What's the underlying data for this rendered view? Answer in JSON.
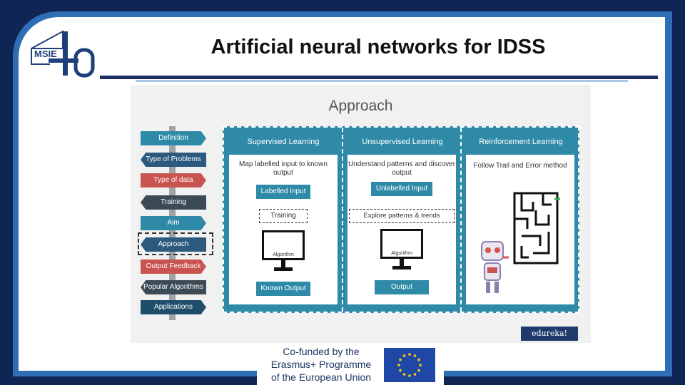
{
  "slide": {
    "title": "Artificial neural networks for IDSS",
    "logo_text": "MSIE",
    "logo_number": "4.0"
  },
  "diagram": {
    "heading": "Approach",
    "signpost": [
      {
        "label": "Definition",
        "color": "#2f8aa8",
        "dir": "right"
      },
      {
        "label": "Type of Problems",
        "color": "#2b5a7e",
        "dir": "left"
      },
      {
        "label": "Type of data",
        "color": "#c9534f",
        "dir": "right"
      },
      {
        "label": "Training",
        "color": "#3b4a55",
        "dir": "left"
      },
      {
        "label": "Aim",
        "color": "#2f8aa8",
        "dir": "right"
      },
      {
        "label": "Approach",
        "color": "#2b5a7e",
        "dir": "left"
      },
      {
        "label": "Output Feedback",
        "color": "#c9534f",
        "dir": "right"
      },
      {
        "label": "Popular Algorithms",
        "color": "#3b4a55",
        "dir": "left"
      },
      {
        "label": "Applications",
        "color": "#1f4e6b",
        "dir": "right"
      }
    ],
    "columns": {
      "supervised": {
        "header": "Supervised Learning",
        "description": "Map labelled input to known output",
        "input": "Labelled Input",
        "process": "Training",
        "algorithm": "Algorithm",
        "output": "Known Output"
      },
      "unsupervised": {
        "header": "Unsupervised Learning",
        "description": "Understand patterns and discover output",
        "input": "Unlabelled Input",
        "process": "Explore patterns & trends",
        "algorithm": "Algorithm",
        "output": "Output"
      },
      "reinforcement": {
        "header": "Reinforcement Learning",
        "description": "Follow Trail and Error method"
      }
    },
    "brand": "edureka!"
  },
  "footer": {
    "line1": "Co-funded by the",
    "line2": "Erasmus+ Programme",
    "line3": "of the European Union"
  },
  "colors": {
    "frame_dark": "#0f2553",
    "frame_blue": "#2f6db4",
    "teal": "#2f8aa8",
    "eu_blue": "#1f47a6",
    "eu_star": "#ffcc00"
  }
}
